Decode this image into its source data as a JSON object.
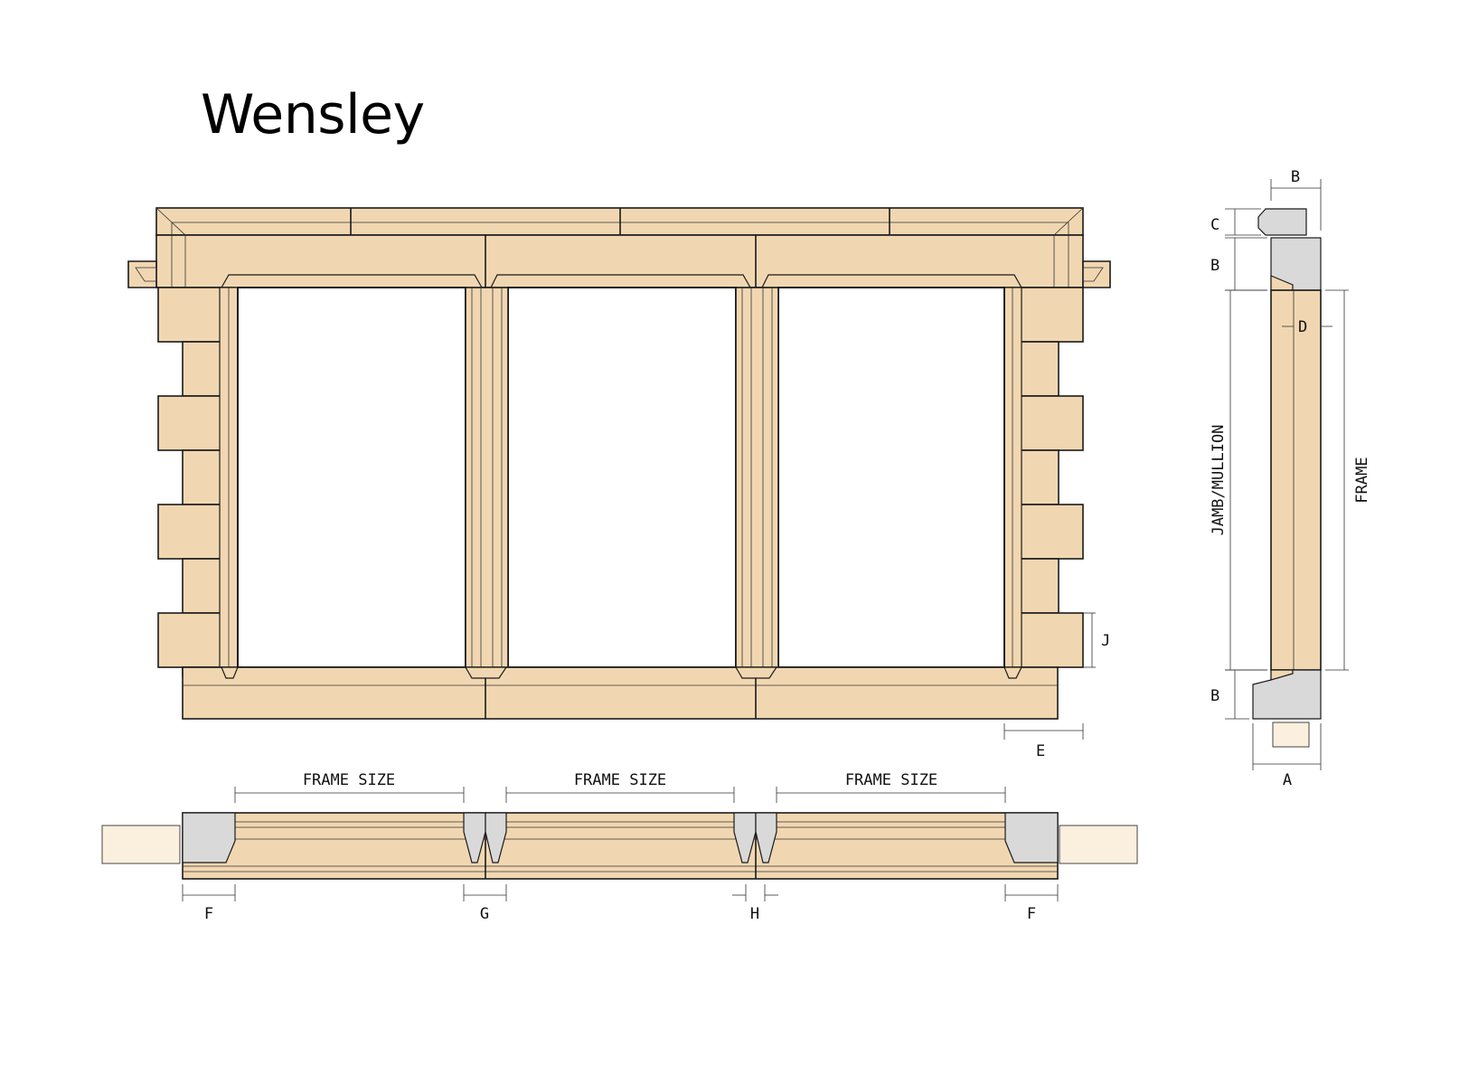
{
  "title": "Wensley",
  "labels": {
    "frame_size_1": "FRAME SIZE",
    "frame_size_2": "FRAME SIZE",
    "frame_size_3": "FRAME SIZE",
    "jamb_mullion": "JAMB/MULLION",
    "frame": "FRAME",
    "a": "A",
    "b_top": "B",
    "b_head": "B",
    "b_sill": "B",
    "c": "C",
    "d": "D",
    "e": "E",
    "f_left": "F",
    "f_right": "F",
    "g": "G",
    "h": "H",
    "j": "J"
  },
  "colors": {
    "stone": "#f1d7b1",
    "section_grey": "#d9d9d9",
    "wall_block": "#fbf0de",
    "line": "#1a1a1a"
  }
}
